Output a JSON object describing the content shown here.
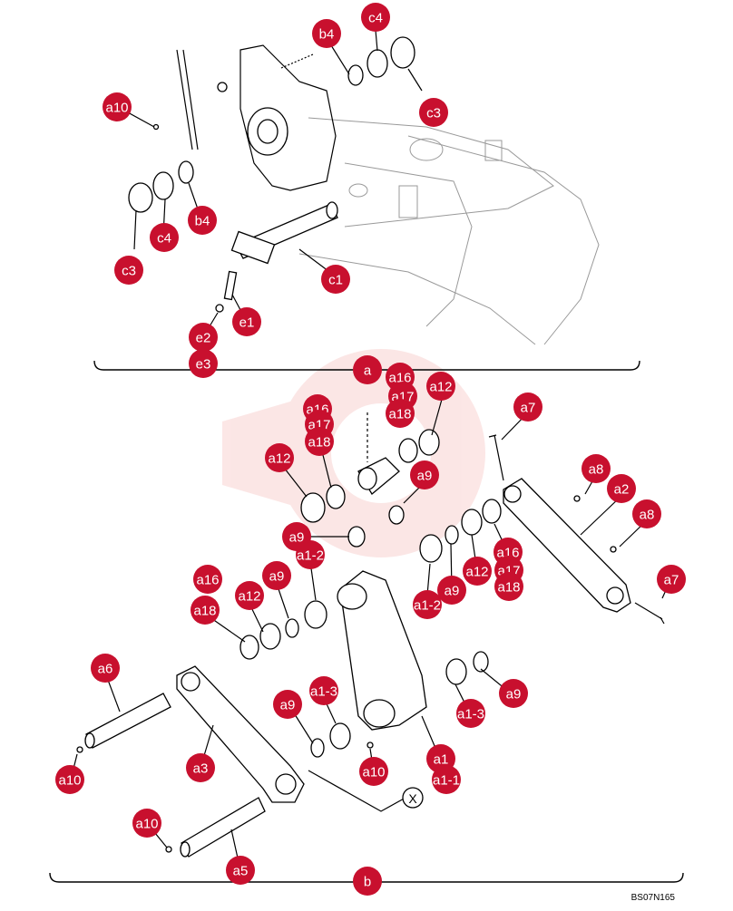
{
  "figure_code": "BS07N165",
  "section_labels": {
    "upper": "a",
    "lower": "b",
    "detail_mark": "X"
  },
  "callouts_upper": [
    "b4",
    "c4",
    "c3",
    "a10",
    "c4",
    "b4",
    "c3",
    "c1",
    "e1",
    "e2",
    "e3"
  ],
  "callouts_lower": [
    "a16",
    "a17",
    "a12",
    "a7",
    "a16",
    "a17",
    "a18",
    "a18",
    "a12",
    "a9",
    "a8",
    "a2",
    "a8",
    "a9",
    "a1-2",
    "a16",
    "a12",
    "a17",
    "a18",
    "a9",
    "a7",
    "a16",
    "a18",
    "a12",
    "a9",
    "a1-2",
    "a6",
    "a9",
    "a1-3",
    "a9",
    "a1-3",
    "a3",
    "a10",
    "a1",
    "a1-1",
    "a10",
    "a10",
    "a5"
  ],
  "colors": {
    "callout_fill": "#c8102e",
    "callout_text": "#ffffff"
  }
}
